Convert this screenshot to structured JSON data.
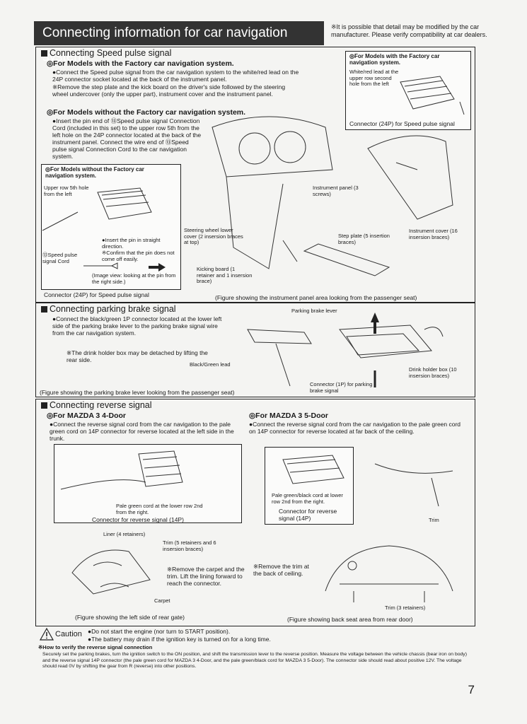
{
  "header": {
    "title": "Connecting information for car navigation system",
    "note": "※It is possible that detail may be modified by the car manufacturer. Please verify compatibility at car dealers."
  },
  "speed": {
    "heading": "Connecting Speed pulse signal",
    "factory_heading": "◎For Models with the Factory car navigation system.",
    "factory_text": "●Connect the Speed pulse signal from the car navigation system to the white/red lead on the 24P connector socket located at the back of the instrument panel.",
    "factory_note": "※Remove the step plate and the kick board on the driver's side followed by the steering wheel undercover (only the upper part), instrument cover and the instrument panel.",
    "without_heading": "◎For Models without the Factory car navigation system.",
    "without_text": "●Insert the pin end of ⑬Speed pulse signal Connection Cord (included in this set) to the upper row 5th from the left hole on the 24P connector located at the back of the instrument panel. Connect the wire end of ⑬Speed pulse signal Connection Cord to the car navigation system.",
    "inset_heading": "◎For Models without the Factory car navigation system.",
    "inset_upper": "Upper row 5th hole from the left",
    "inset_insert": "●Insert the pin in straight direction.",
    "inset_confirm": "※Confirm that the pin does not come off easily.",
    "inset_cord": "⑬Speed pulse signal Cord",
    "inset_view": "(Image view: looking at the pin from the right side.)",
    "inset_caption": "Connector (24P) for Speed pulse signal",
    "right_heading": "◎For Models with the Factory car navigation system.",
    "right_lead": "White/red lead at the upper row second hole from the left",
    "right_caption": "Connector (24P) for Speed pulse signal",
    "lbl_panel": "Instrument panel (3 screws)",
    "lbl_steering": "Steering wheel lower cover (2 insersion braces at top)",
    "lbl_kicking": "Kicking board (1 retainer and 1 insersion brace)",
    "lbl_step": "Step plate (5 insertion braces)",
    "lbl_cover": "Instrument cover (16 insersion braces)",
    "caption": "(Figure showing the instrument panel area looking from the passenger seat)"
  },
  "parking": {
    "heading": "Connecting parking brake signal",
    "text": "●Connect the black/green 1P connector located at the lower left side of the parking brake lever to the parking brake signal wire from the car navigation system.",
    "note": "※The drink holder box may be detached by lifting the rear side.",
    "lbl_lever": "Parking brake lever",
    "lbl_lead": "Black/Green lead",
    "lbl_connector": "Connector (1P) for parking brake signal",
    "lbl_drink": "Drink holder box (10 insersion braces)",
    "caption": "(Figure showing the parking brake lever looking from the passenger seat)"
  },
  "reverse": {
    "heading": "Connecting reverse signal",
    "m4_heading": "◎For MAZDA 3  4-Door",
    "m4_text": "●Connect the reverse signal cord from the car navigation to the pale green cord on 14P connector for reverse located at the left side in the trunk.",
    "m4_pale": "Pale green cord at the lower row 2nd from the right.",
    "m4_conn": "Connector for reverse signal (14P)",
    "m4_liner": "Liner (4 retainers)",
    "m4_trim": "Trim (5 retainers and 6 insersion braces)",
    "m4_remove": "※Remove the carpet and the trim. Lift the lining forward to reach the connector.",
    "m4_carpet": "Carpet",
    "m4_caption": "(Figure showing the left side of rear gate)",
    "m5_heading": "◎For MAZDA 3  5-Door",
    "m5_text": "●Connect the reverse signal cord from the car navigation to the pale green cord on 14P connector for reverse located at far back of the ceiling.",
    "m5_pale": "Pale green/black cord at lower row 2nd from the right.",
    "m5_conn": "Connector for reverse signal (14P)",
    "m5_trim": "Trim",
    "m5_remove": "※Remove the trim at the back of ceiling.",
    "m5_trim3": "Trim (3 retainers)",
    "m5_caption": "(Figure showing back seat area from rear door)"
  },
  "caution": {
    "label": "Caution",
    "line1": "●Do not start the engine (nor turn to START position).",
    "line2": "●The battery may drain if the ignition key is turned on for a long time."
  },
  "howto": {
    "heading": "※How to verify the reverse signal connection",
    "text": "Securely set the parking brakes, turn the ignition switch to the ON position, and shift the transmission lever to the reverse position. Measure the voltage between the vehicle chassis (bear iron on body) and the reverse signal 14P connector (the pale green cord for MAZDA 3  4-Door, and the pale green/black cord for MAZDA 3  5-Door). The connector side should read about positive 12V. The voltage should read 0V by shifting the gear from R (reverse) into other positions."
  },
  "page_number": "7"
}
